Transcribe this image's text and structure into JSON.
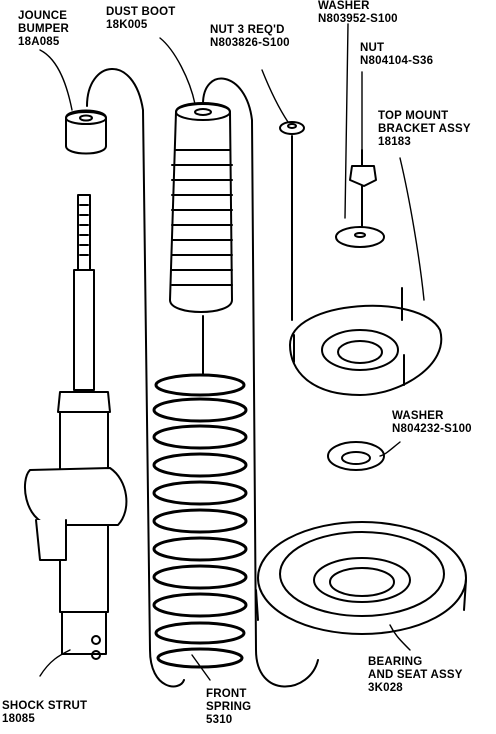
{
  "labels": {
    "jounce_bumper": {
      "name_1": "JOUNCE",
      "name_2": "BUMPER",
      "part": "18A085"
    },
    "dust_boot": {
      "name": "DUST BOOT",
      "part": "18K005"
    },
    "nut_3": {
      "name": "NUT 3 REQ'D",
      "part": "N803826-S100"
    },
    "washer_top": {
      "name": "WASHER",
      "part": "N803952-S100"
    },
    "nut": {
      "name": "NUT",
      "part": "N804104-S36"
    },
    "top_mount": {
      "name_1": "TOP MOUNT",
      "name_2": "BRACKET ASSY",
      "part": "18183"
    },
    "washer_mid": {
      "name": "WASHER",
      "part": "N804232-S100"
    },
    "bearing": {
      "name_1": "BEARING",
      "name_2": "AND SEAT ASSY",
      "part": "3K028"
    },
    "front_spring": {
      "name_1": "FRONT",
      "name_2": "SPRING",
      "part": "5310"
    },
    "shock_strut": {
      "name": "SHOCK STRUT",
      "part": "18085"
    }
  },
  "colors": {
    "ink": "#000000",
    "paper": "#ffffff"
  }
}
